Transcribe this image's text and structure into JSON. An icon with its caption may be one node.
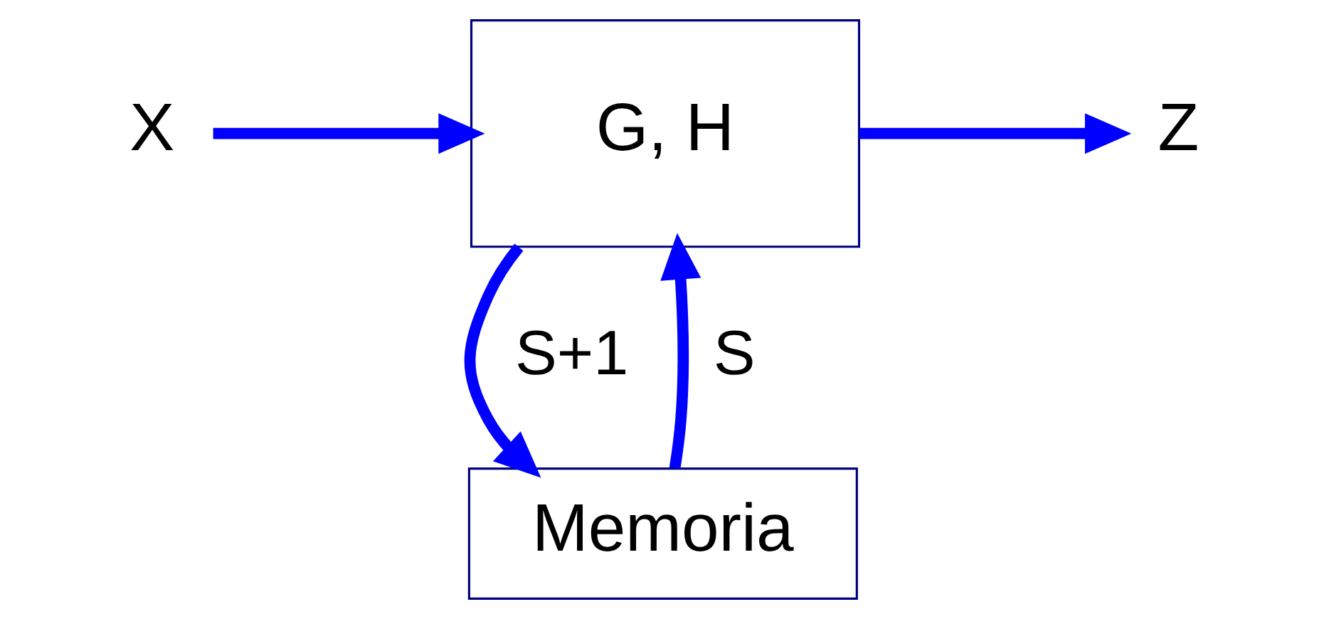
{
  "diagram": {
    "nodes": [
      {
        "text": [
          "X"
        ]
      },
      {
        "text": [
          "G, H"
        ]
      },
      {
        "text": [
          "Z"
        ]
      },
      {
        "text": [
          "Memoria"
        ]
      }
    ],
    "edges": [
      {
        "from": 0,
        "to": 1,
        "arrow": "to"
      },
      {
        "from": 1,
        "to": 2,
        "arrow": "to"
      },
      {
        "from": 1,
        "to": 3,
        "arrow": "to",
        "label": "S+1"
      },
      {
        "from": 3,
        "to": 1,
        "arrow": "to",
        "label": "S"
      }
    ]
  }
}
